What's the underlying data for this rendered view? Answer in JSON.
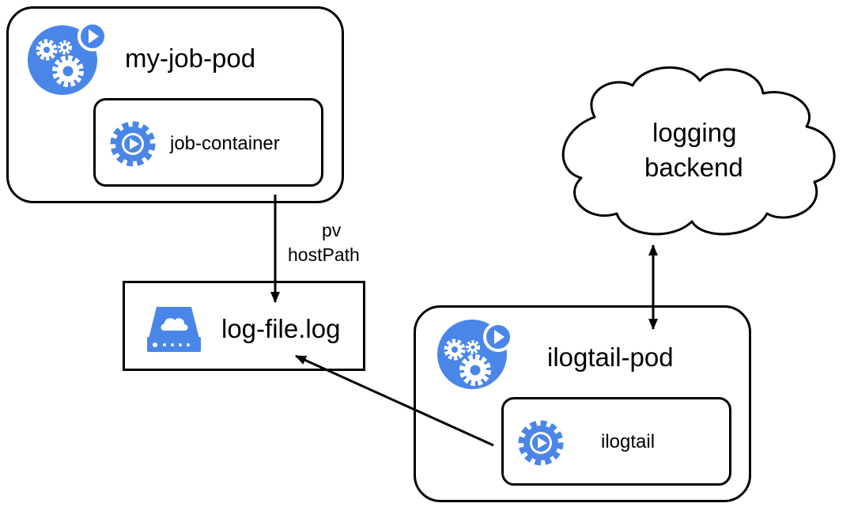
{
  "pods": {
    "job_pod": {
      "title": "my-job-pod"
    },
    "job_container": {
      "label": "job-container"
    },
    "ilogtail_pod": {
      "title": "ilogtail-pod"
    },
    "ilogtail_container": {
      "label": "ilogtail"
    }
  },
  "storage": {
    "label": "log-file.log"
  },
  "volume": {
    "line1": "pv",
    "line2": "hostPath"
  },
  "backend": {
    "line1": "logging",
    "line2": "backend"
  },
  "colors": {
    "icon_blue": "#4a86e8",
    "icon_white": "#ffffff",
    "stroke": "#000000"
  },
  "icons": [
    "pod-gears-icon",
    "container-gear-icon",
    "storage-drive-icon",
    "cloud-shape"
  ]
}
